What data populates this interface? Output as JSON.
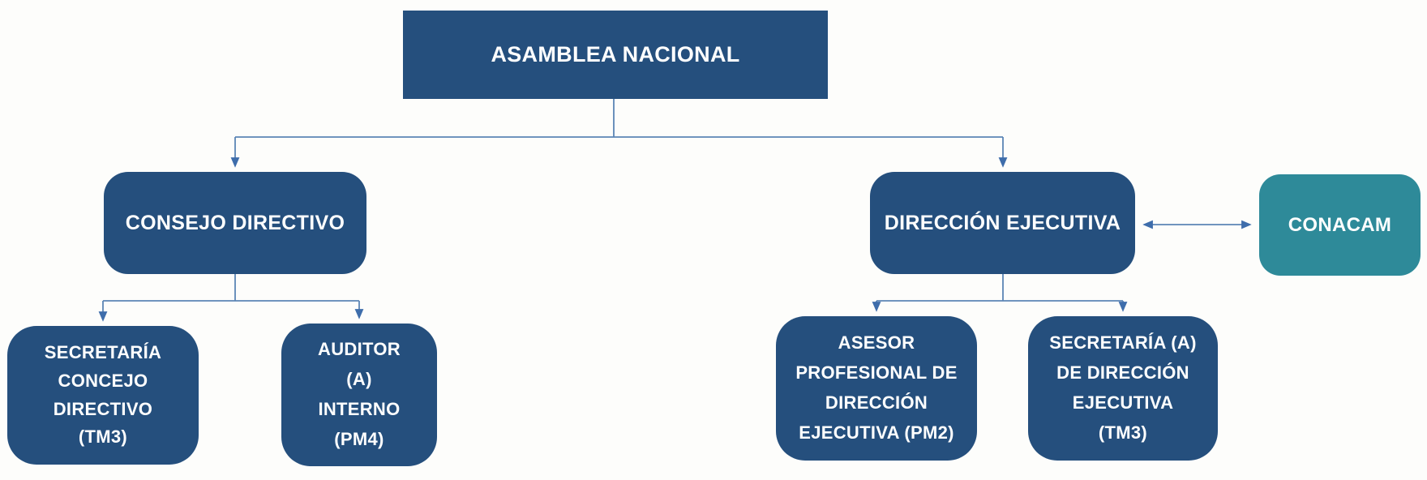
{
  "diagram": {
    "type": "org-chart",
    "colors": {
      "node_fill": "#254F7D",
      "conacam_fill": "#2E8A99",
      "node_text": "#FFFFFF",
      "connector_line": "#5B85B5",
      "arrowhead": "#3E6DAB",
      "background": "#FDFDFB"
    },
    "nodes": {
      "asamblea": {
        "label": "ASAMBLEA NACIONAL"
      },
      "consejo": {
        "label": "CONSEJO DIRECTIVO"
      },
      "direccion": {
        "label": "DIRECCIÓN EJECUTIVA"
      },
      "conacam": {
        "label": "CONACAM"
      },
      "secretaria_consejo": {
        "label": "SECRETARÍA\nCONCEJO\nDIRECTIVO\n(TM3)"
      },
      "auditor": {
        "label": "AUDITOR\n(A)\nINTERNO\n(PM4)"
      },
      "asesor": {
        "label": "ASESOR\nPROFESIONAL DE\nDIRECCIÓN\nEJECUTIVA (PM2)"
      },
      "secretaria_direccion": {
        "label": "SECRETARÍA (A)\nDE DIRECCIÓN\nEJECUTIVA\n(TM3)"
      }
    },
    "edges": [
      {
        "from": "ASAMBLEA NACIONAL",
        "to": "CONSEJO DIRECTIVO",
        "type": "directed"
      },
      {
        "from": "ASAMBLEA NACIONAL",
        "to": "DIRECCIÓN EJECUTIVA",
        "type": "directed"
      },
      {
        "from": "DIRECCIÓN EJECUTIVA",
        "to": "CONACAM",
        "type": "bidirectional"
      },
      {
        "from": "CONSEJO DIRECTIVO",
        "to": "SECRETARÍA CONCEJO DIRECTIVO (TM3)",
        "type": "directed"
      },
      {
        "from": "CONSEJO DIRECTIVO",
        "to": "AUDITOR (A) INTERNO (PM4)",
        "type": "directed"
      },
      {
        "from": "DIRECCIÓN EJECUTIVA",
        "to": "ASESOR PROFESIONAL DE DIRECCIÓN EJECUTIVA (PM2)",
        "type": "directed"
      },
      {
        "from": "DIRECCIÓN EJECUTIVA",
        "to": "SECRETARÍA (A) DE DIRECCIÓN EJECUTIVA (TM3)",
        "type": "directed"
      }
    ]
  }
}
